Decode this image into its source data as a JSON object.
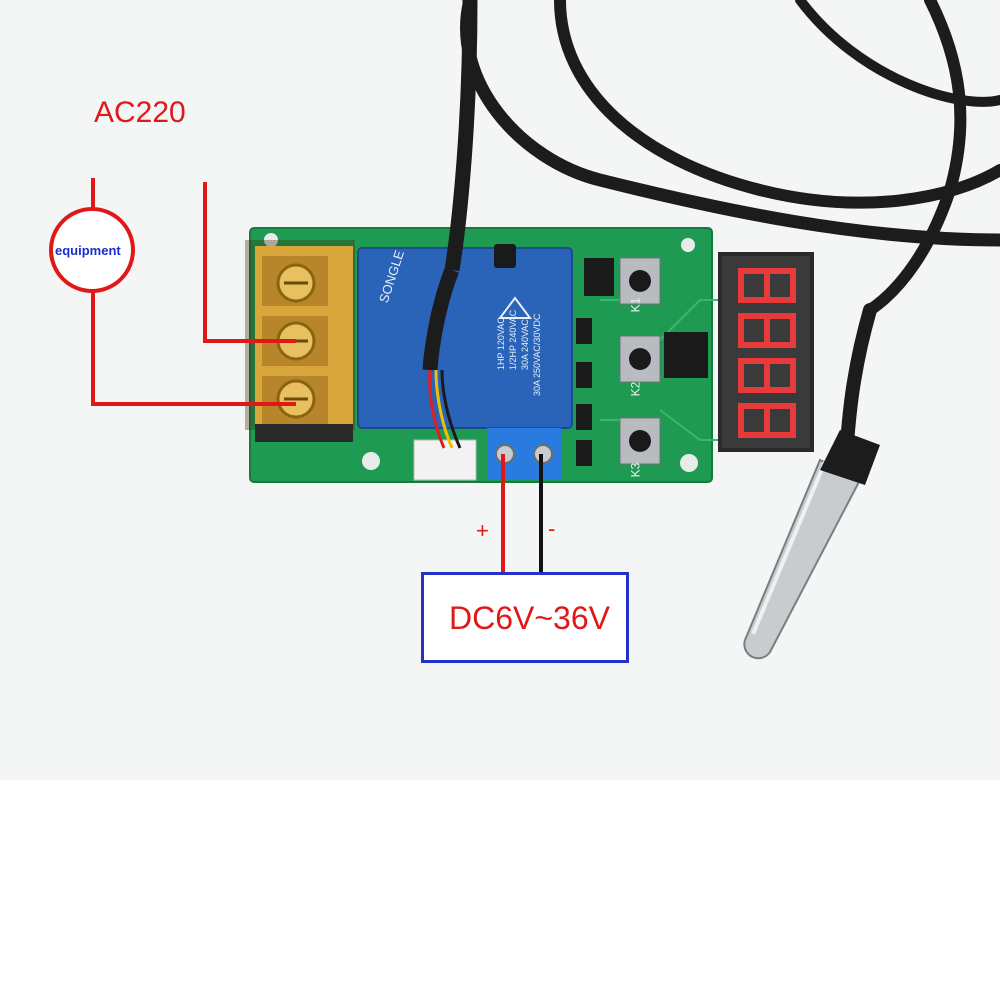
{
  "annotations": {
    "ac_label": "AC220",
    "equipment_label": "equipment",
    "dc_label": "DC6V~36V",
    "plus_label": "+",
    "minus_label": "-"
  },
  "board": {
    "buttons": [
      {
        "label": "K1"
      },
      {
        "label": "K2"
      },
      {
        "label": "K3"
      }
    ],
    "relay": {
      "brand": "SONGLE",
      "spec_lines": [
        "1HP 120VAC",
        "1/2HP 240VAC",
        "30A 240VAC",
        "30A 250VAC/30VDC"
      ]
    },
    "display_digits": 4
  },
  "colors": {
    "wire_red": "#e01818",
    "wire_black": "#111111",
    "box_blue": "#2430c8",
    "pcb_green": "#1f9a52",
    "relay_blue": "#2a64b8",
    "terminal_gold": "#d8a63a",
    "display_red": "#e83a3a"
  },
  "icons": [
    "equipment-circle-icon",
    "relay-icon",
    "screw-terminal-icon",
    "temperature-probe-icon",
    "seven-segment-display-icon"
  ]
}
